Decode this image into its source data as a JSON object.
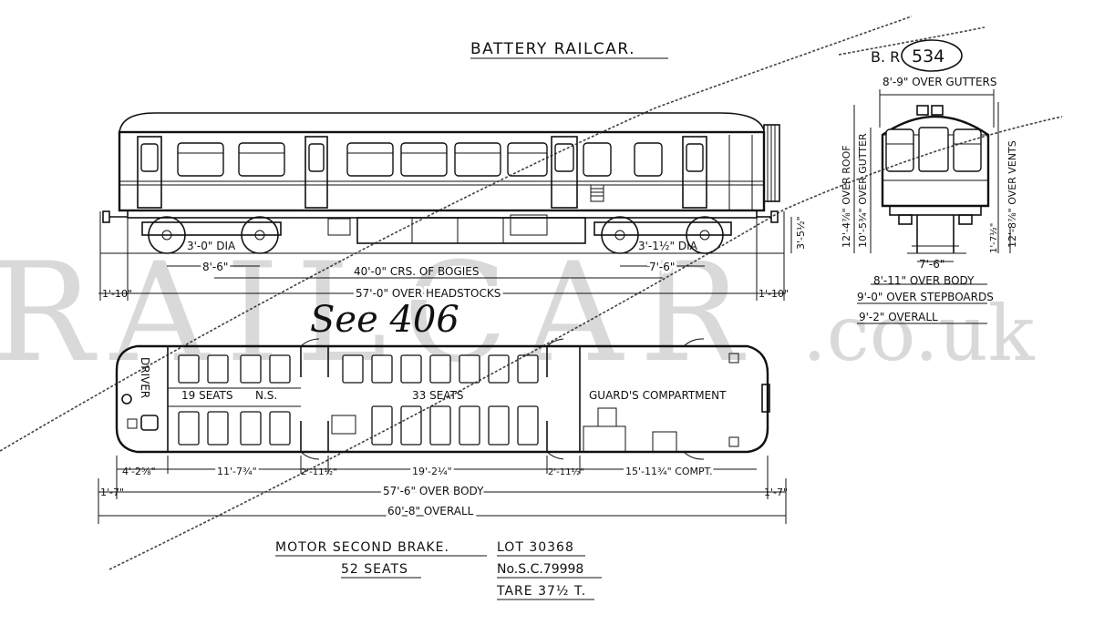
{
  "title": "BATTERY RAILCAR.",
  "diagram_ref": {
    "prefix": "B. R",
    "number": "534"
  },
  "watermark": "RAILCAR",
  "watermark_suffix": ".co.uk",
  "handwritten_note": "See 406",
  "side_elevation": {
    "wheel_dia_left": "3'-0\" DIA",
    "wheel_dia_right": "3'-1½\" DIA",
    "bogie_wheelbase_left": "8'-6\"",
    "bogie_wheelbase_right": "7'-6\"",
    "bogie_centres": "40'-0\" CRS. OF BOGIES",
    "over_headstocks": "57'-0\" OVER HEADSTOCKS",
    "end_left": "1'-10\"",
    "end_right": "1'-10\"",
    "buffer_height": "3'-5½\""
  },
  "end_view": {
    "over_gutters": "8'-9\" OVER GUTTERS",
    "over_roof": "12'-4⅞\" OVER ROOF",
    "over_gutter_height": "10'-5¾\" OVER GUTTER",
    "over_vents": "12'-8⅞\" OVER VENTS",
    "step_height": "1'-7½\"",
    "track_gauge": "7'-6\"",
    "over_body": "8'-11\" OVER BODY",
    "over_stepboards": "9'-0\" OVER STEPBOARDS",
    "overall": "9'-2\" OVERALL"
  },
  "plan": {
    "driver": "DRIVER",
    "seats_a": "19 SEATS",
    "ns": "N.S.",
    "seats_b": "33 SEATS",
    "guards": "GUARD'S COMPARTMENT",
    "dim_cab": "4'-2⅝\"",
    "dim_saloon1": "11'-7¾\"",
    "dim_vest1": "2'-11½\"",
    "dim_saloon2": "19'-2¼\"",
    "dim_vest2": "2'-11½\"",
    "dim_guard": "15'-11¾\" COMPT.",
    "end_left": "1'-7\"",
    "end_right": "1'-7\"",
    "over_body": "57'-6\" OVER BODY",
    "overall": "60'-8\" OVERALL"
  },
  "caption": {
    "type": "MOTOR SECOND BRAKE.",
    "lot": "LOT 30368",
    "seats": "52 SEATS",
    "number": "No.S.C.79998",
    "tare": "TARE 37½ T."
  }
}
